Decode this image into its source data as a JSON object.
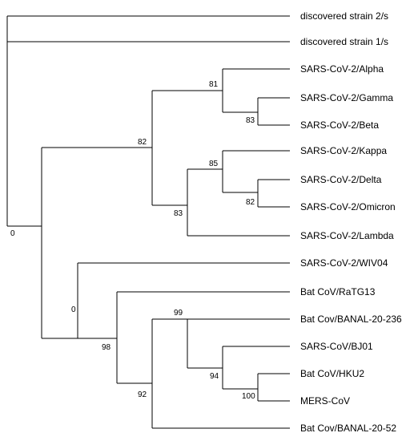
{
  "tree": {
    "line_color": "#000000",
    "leaves": [
      "discovered strain 2/s",
      "discovered strain 1/s",
      "SARS-CoV-2/Alpha",
      "SARS-CoV-2/Gamma",
      "SARS-CoV-2/Beta",
      "SARS-CoV-2/Kappa",
      "SARS-CoV-2/Delta",
      "SARS-CoV-2/Omicron",
      "SARS-CoV-2/Lambda",
      "SARS-CoV-2/WIV04",
      "Bat CoV/RaTG13",
      "Bat Cov/BANAL-20-236",
      "SARS-CoV/BJ01",
      "Bat CoV/HKU2",
      "MERS-CoV",
      "Bat Cov/BANAL-20-52"
    ],
    "support_values": {
      "root": "0",
      "sarscov2_clade": "82",
      "alpha_group": "81",
      "gamma_beta": "83",
      "kappa_lambda": "83",
      "kappa_group": "85",
      "delta_omicron": "82",
      "wiv04_group": "0",
      "ratg13_group": "98",
      "banal_group": "92",
      "banal236_group": "99",
      "bj01_group": "94",
      "hku2_mers": "100"
    }
  }
}
